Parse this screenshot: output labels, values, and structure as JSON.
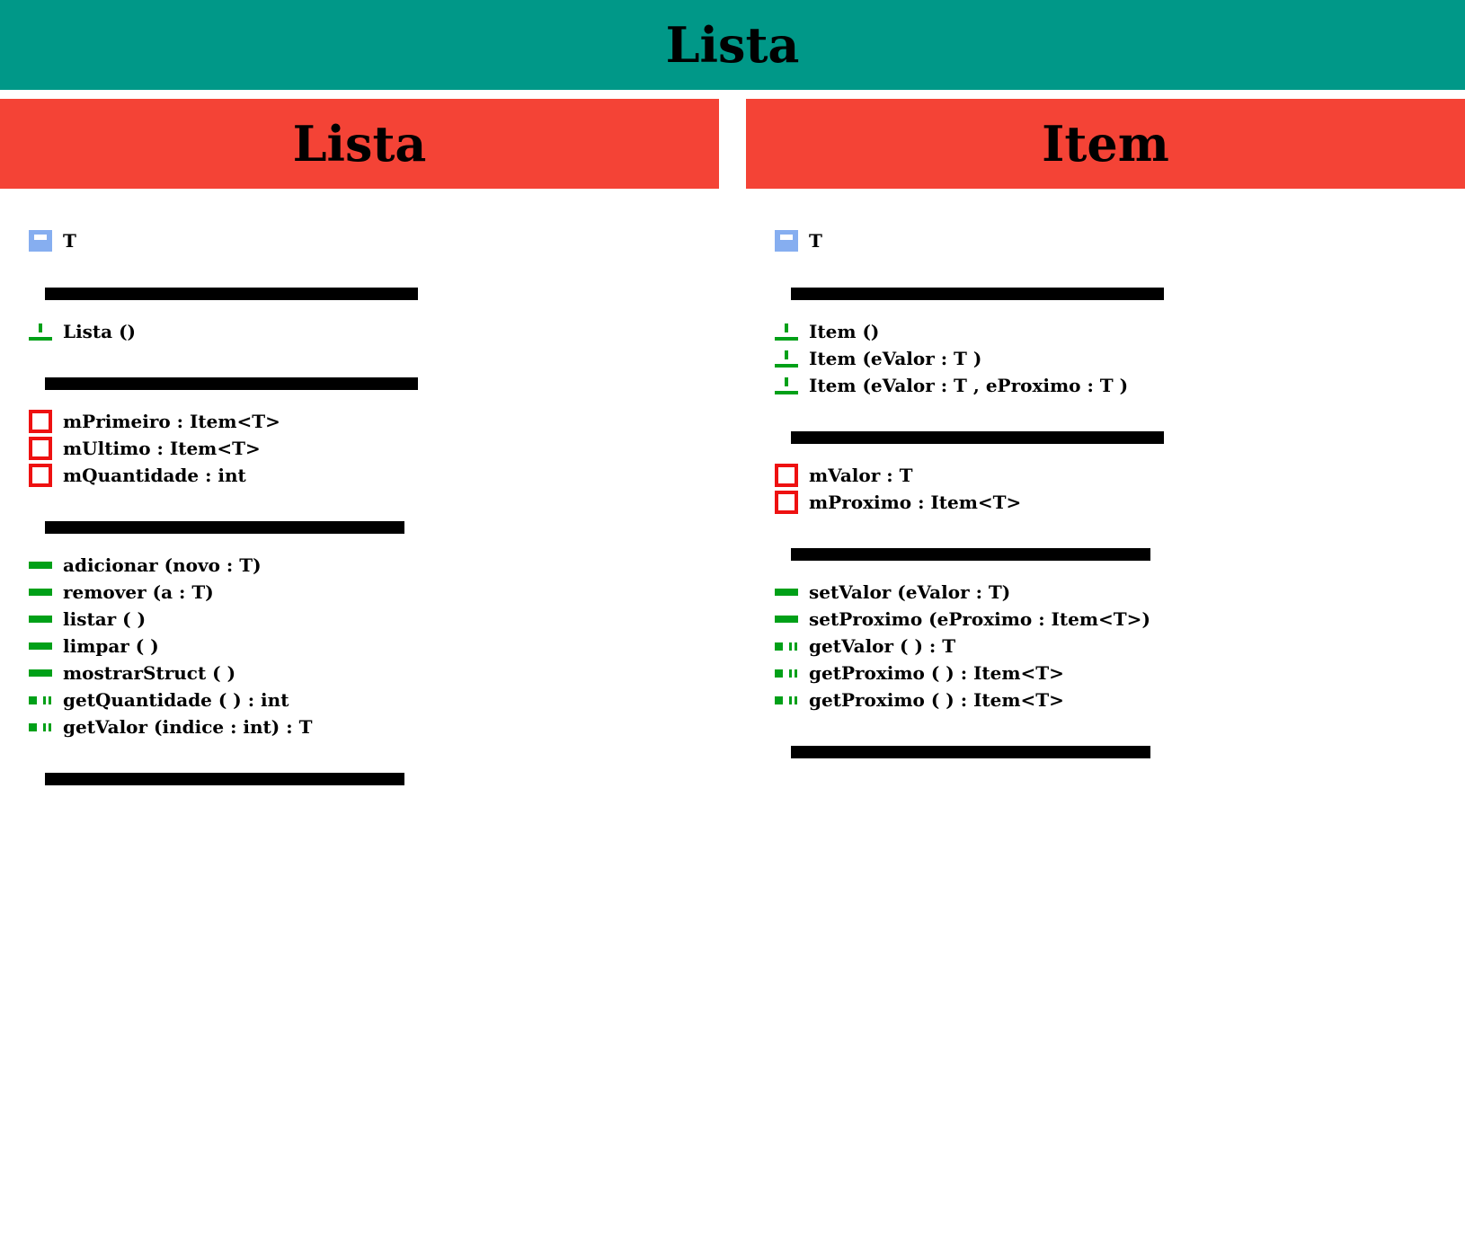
{
  "colors": {
    "page_header": "#009888",
    "class_header": "#f44336",
    "member_public": "#00a018",
    "member_private": "#ee1111",
    "type_param": "#86aef0"
  },
  "header": {
    "title": "Lista"
  },
  "classes": [
    {
      "name": "Lista",
      "type_params": [
        "T"
      ],
      "constructors": [
        "Lista ()"
      ],
      "fields": [
        "mPrimeiro : Item<T>",
        "mUltimo : Item<T>",
        "mQuantidade : int"
      ],
      "methods": [
        {
          "label": "adicionar (novo : T)",
          "icon": "public-method-icon"
        },
        {
          "label": "remover (a : T)",
          "icon": "public-method-icon"
        },
        {
          "label": "listar ( )",
          "icon": "public-method-icon"
        },
        {
          "label": "limpar ( )",
          "icon": "public-method-icon"
        },
        {
          "label": "mostrarStruct ( )",
          "icon": "public-method-icon"
        },
        {
          "label": "getQuantidade ( ) : int",
          "icon": "getter-method-icon"
        },
        {
          "label": "getValor (indice : int) : T",
          "icon": "getter-method-icon"
        }
      ]
    },
    {
      "name": "Item",
      "type_params": [
        "T"
      ],
      "constructors": [
        "Item ()",
        "Item (eValor : T )",
        "Item (eValor : T , eProximo : T )"
      ],
      "fields": [
        "mValor : T",
        "mProximo : Item<T>"
      ],
      "methods": [
        {
          "label": "setValor (eValor : T)",
          "icon": "public-method-icon"
        },
        {
          "label": "setProximo (eProximo : Item<T>)",
          "icon": "public-method-icon"
        },
        {
          "label": "getValor ( ) : T",
          "icon": "getter-method-icon"
        },
        {
          "label": "getProximo ( ) : Item<T>",
          "icon": "getter-method-icon"
        },
        {
          "label": "getProximo ( ) : Item<T>",
          "icon": "getter-method-icon"
        }
      ]
    }
  ]
}
